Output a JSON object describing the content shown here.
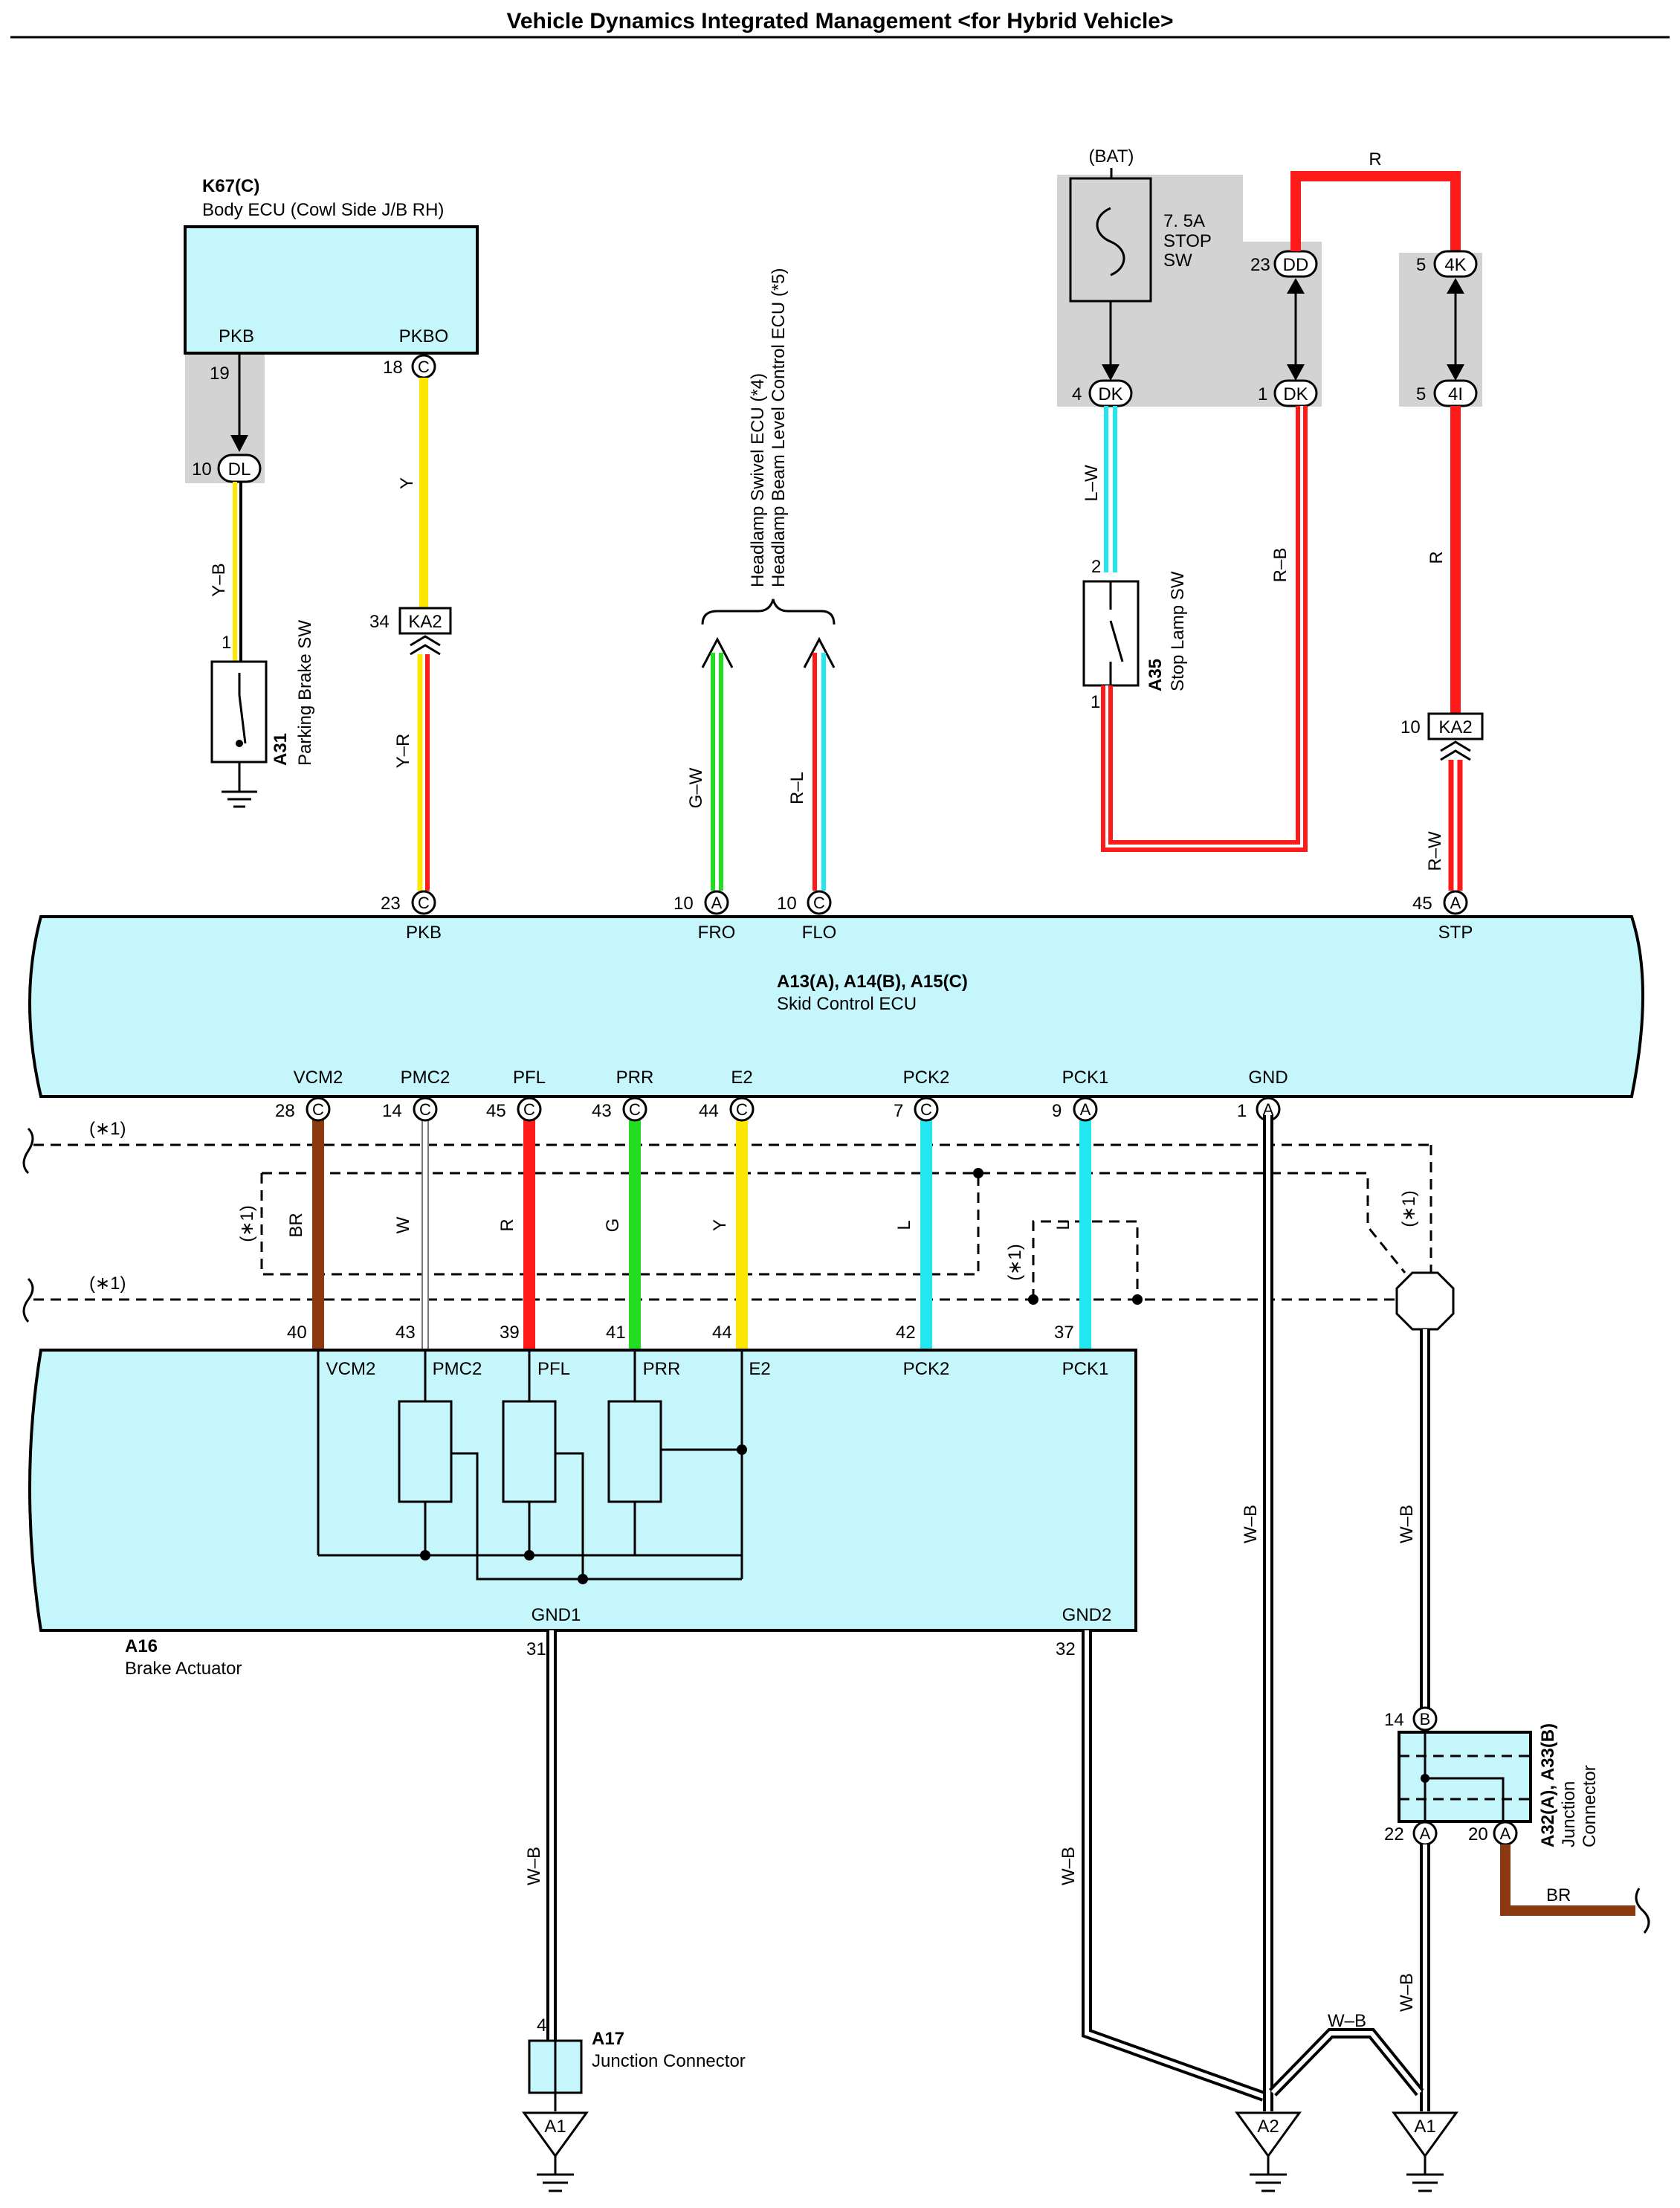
{
  "title": "Vehicle Dynamics Integrated Management <for Hybrid Vehicle>",
  "colors": {
    "yellow": "#ffe600",
    "red": "#ff1a1a",
    "green": "#22dd22",
    "cyan": "#22e6f0",
    "brown": "#8b3a10",
    "white_wire": "#ffffff",
    "ecu_fill": "#c4f6fb",
    "connector_gray": "#d3d3d3"
  },
  "components": {
    "body_ecu": {
      "id": "K67(C)",
      "name": "Body ECU (Cowl Side J/B RH)",
      "pins": [
        "PKB",
        "PKBO"
      ]
    },
    "parking_brake_sw": {
      "id": "A31",
      "name": "Parking Brake SW"
    },
    "headlamp_ecus": {
      "line1": "Headlamp Swivel ECU (*4)",
      "line2": "Headlamp Beam Level Control ECU (*5)"
    },
    "bat": "(BAT)",
    "fuse": {
      "line1": "7. 5A",
      "line2": "STOP",
      "line3": "SW"
    },
    "stop_lamp_sw": {
      "id": "A35",
      "name": "Stop Lamp SW"
    },
    "skid_ecu": {
      "id": "A13(A), A14(B), A15(C)",
      "name": "Skid Control ECU"
    },
    "brake_actuator": {
      "id": "A16",
      "name": "Brake Actuator"
    },
    "junction_a17": {
      "id": "A17",
      "name": "Junction Connector"
    },
    "junction_a32": {
      "id": "A32(A), A33(B)",
      "name1": "Junction",
      "name2": "Connector"
    }
  },
  "skid_top_pins": {
    "pkb": "PKB",
    "fro": "FRO",
    "flo": "FLO",
    "stp": "STP"
  },
  "skid_bottom_pins": [
    "VCM2",
    "PMC2",
    "PFL",
    "PRR",
    "E2",
    "PCK2",
    "PCK1",
    "GND"
  ],
  "skid_bottom_nums": [
    "28",
    "14",
    "45",
    "43",
    "44",
    "7",
    "9",
    "1"
  ],
  "skid_bottom_conn": [
    "C",
    "C",
    "C",
    "C",
    "C",
    "C",
    "A",
    "A"
  ],
  "actuator_pins": [
    "VCM2",
    "PMC2",
    "PFL",
    "PRR",
    "E2",
    "PCK2",
    "PCK1"
  ],
  "actuator_nums": [
    "40",
    "43",
    "39",
    "41",
    "44",
    "42",
    "37"
  ],
  "actuator_gnd": {
    "gnd1": "GND1",
    "gnd2": "GND2",
    "n1": "31",
    "n2": "32"
  },
  "wire_colors_mid": [
    "BR",
    "W",
    "R",
    "G",
    "Y",
    "L",
    "L"
  ],
  "wire_labels": {
    "yb": "Y–B",
    "y": "Y",
    "yr": "Y–R",
    "gw": "G–W",
    "rl": "R–L",
    "lw": "L–W",
    "rb": "R–B",
    "r_top": "R",
    "r_right": "R",
    "rw": "R–W",
    "wb": "W–B",
    "br": "BR",
    "star1": "(∗1)"
  },
  "connectors": {
    "dl": "DL",
    "ka2": "KA2",
    "dd": "DD",
    "dk": "DK",
    "4k": "4K",
    "4i": "4I",
    "c": "C",
    "a": "A",
    "b": "B"
  },
  "pin_numbers": {
    "pkb": "19",
    "pkbo": "18",
    "dl": "10",
    "sw1": "1",
    "ka2_34": "34",
    "skid_pkb": "23",
    "fro": "10",
    "flo": "10",
    "stp": "45",
    "dk4": "4",
    "dd23": "23",
    "dk1": "1",
    "k5": "5",
    "i5": "5",
    "stop2": "2",
    "stop1": "1",
    "ka2_10": "10",
    "a17_4": "4",
    "b14": "14",
    "a22": "22",
    "a20": "20"
  },
  "grounds": {
    "g1": "A1",
    "g2": "A2",
    "g3": "A1"
  }
}
